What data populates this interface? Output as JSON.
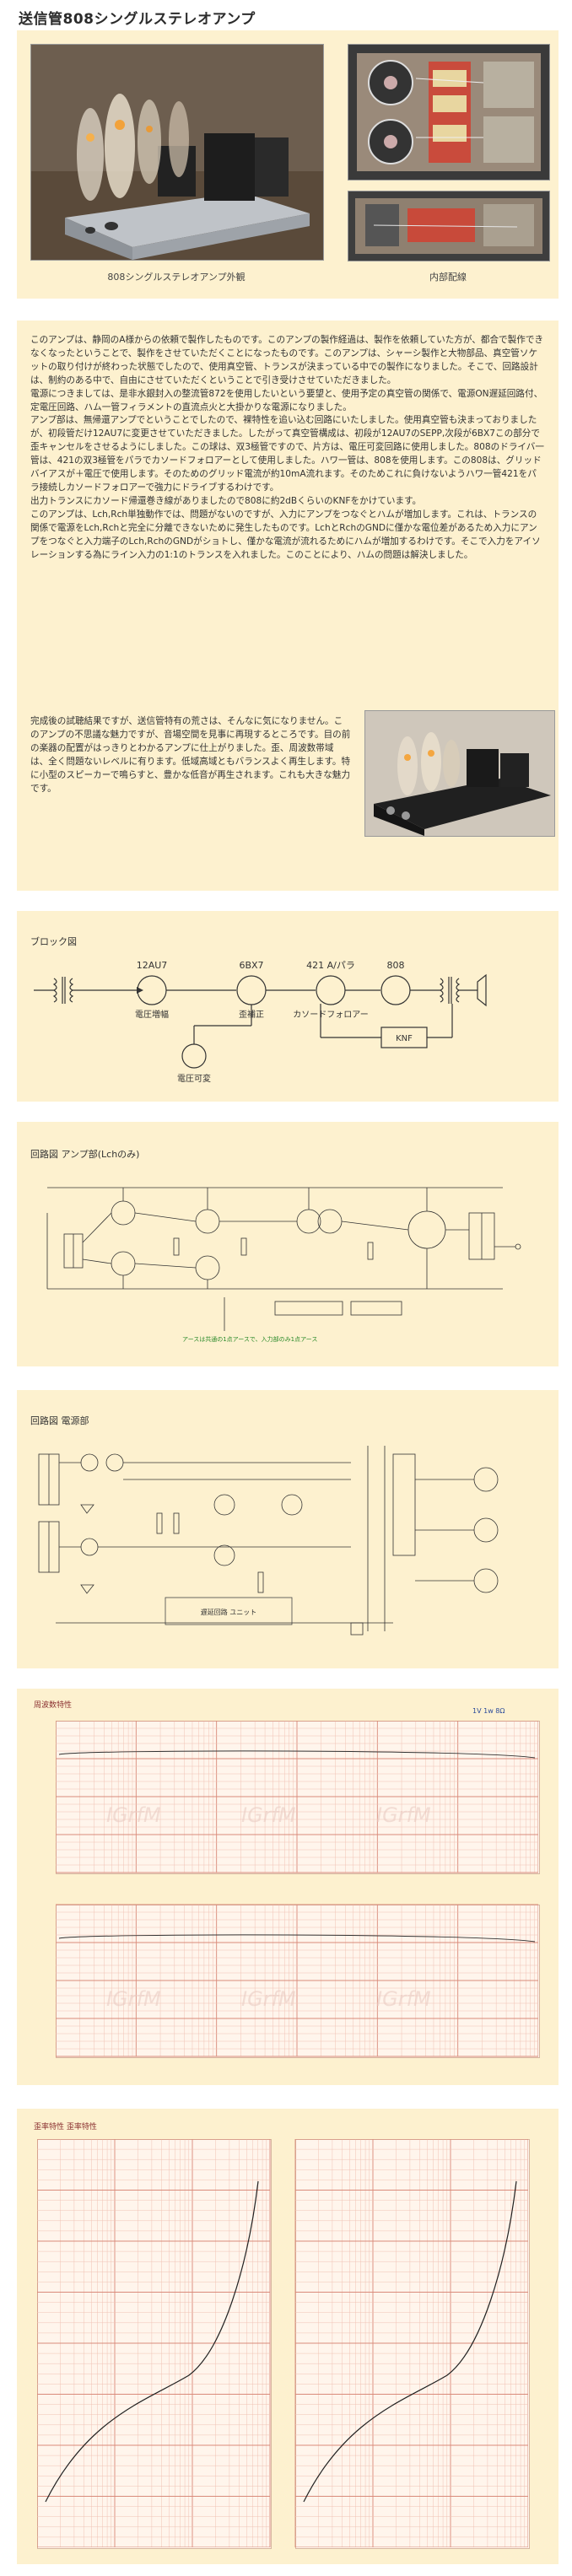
{
  "page_title": "送信管808シングルステレオアンプ",
  "photos": {
    "exterior_caption": "808シングルステレオアンプ外観",
    "wiring_caption": "内部配線"
  },
  "article": {
    "para1": "このアンプは、静岡のA様からの依頼で製作したものです。このアンプの製作経過は、製作を依頼していた方が、都合で製作できなくなったということで、製作をさせていただくことになったものです。このアンプは、シャーシ製作と大物部品、真空管ソケットの取り付けが終わった状態でしたので、使用真空管、トランスが決まっている中での製作になりました。そこで、回路設計は、制約のある中で、自由にさせていただくということで引き受けさせていただきました。",
    "para2": "電源につきましては、是非水銀封入の整流管872を使用したいという要望と、使用予定の真空管の関係で、電源ON遅延回路付、定電圧回路、ハム一管フィラメントの直流点火と大掛かりな電源になりました。",
    "para3": "アンプ部は、無帰還アンプでということでしたので、裸特性を追い込む回路にいたしました。使用真空管も決まっておりましたが、初段管だけ12AU7に変更させていただきました。したがって真空管構成は、初段が12AU7のSEPP,次段が6BX7この部分で歪キャンセルをさせるようにしました。この球は、双3極管ですので、片方は、電圧可変回路に使用しました。808のドライバ一管は、421の双3極管をパラでカソードフォロアーとして使用しました。ハワ一管は、808を使用します。この808は、グリッドバイアスが＋電圧で使用します。そのためのグリッド電流が約10mA流れます。そのためこれに負けないようハワ一管421をパラ接続しカソードフォロアーで強力にドライブするわけです。",
    "para4": "出力トランスにカソード帰還巻き線がありましたので808に約2dBくらいのKNFをかけています。",
    "para5": "このアンプは、Lch,Rch単独動作では、問題がないのですが、入力にアンプをつなぐとハムが増加します。これは、トランスの関係で電源をLch,Rchと完全に分離できないために発生したものです。LchとRchのGNDに僅かな電位差があるため入力にアンプをつなぐと入力端子のLch,RchのGNDがショトし、僅かな電流が流れるためにハムが増加するわけです。そこで入力をアイソレーションする為にライン入力の1:1のトランスを入れました。このことにより、ハムの問題は解決しました。",
    "para6": "完成後の試聴結果ですが、送信管特有の荒さは、そんなに気になりません。このアンプの不思議な魅力ですが、音場空間を見事に再現するところです。目の前の楽器の配置がはっきりとわかるアンプに仕上がりました。歪、周波数帯域は、全く問題ないレベルに有ります。低域高域ともバランスよく再生します。特に小型のスピーカーで鳴らすと、豊かな低音が再生されます。これも大きな魅力です。"
  },
  "block_diagram": {
    "heading": "ブロック図",
    "stage1_tube": "12AU7",
    "stage1_label": "電圧増幅",
    "stage2_tube": "6BX7",
    "stage2_label": "歪補正",
    "stage3_tube": "421 A/パラ",
    "stage3_label": "カソードフォロアー",
    "stage4_tube": "808",
    "vc_label": "電圧可変",
    "knf_label": "KNF"
  },
  "amp_schematic": {
    "heading": "回路図  アンプ部(Lchのみ)",
    "note": "アースは共通の1点アースで、入力部のみ1点アース"
  },
  "psu_schematic": {
    "heading": "回路図  電源部",
    "box_label": "遅延回路 ユニット"
  },
  "freq_response": {
    "heading": "周波数特性",
    "tag1": "1V 1w 8Ω",
    "watermark": "IGrfM"
  },
  "distortion": {
    "heading": "歪率特性  歪率特性"
  }
}
